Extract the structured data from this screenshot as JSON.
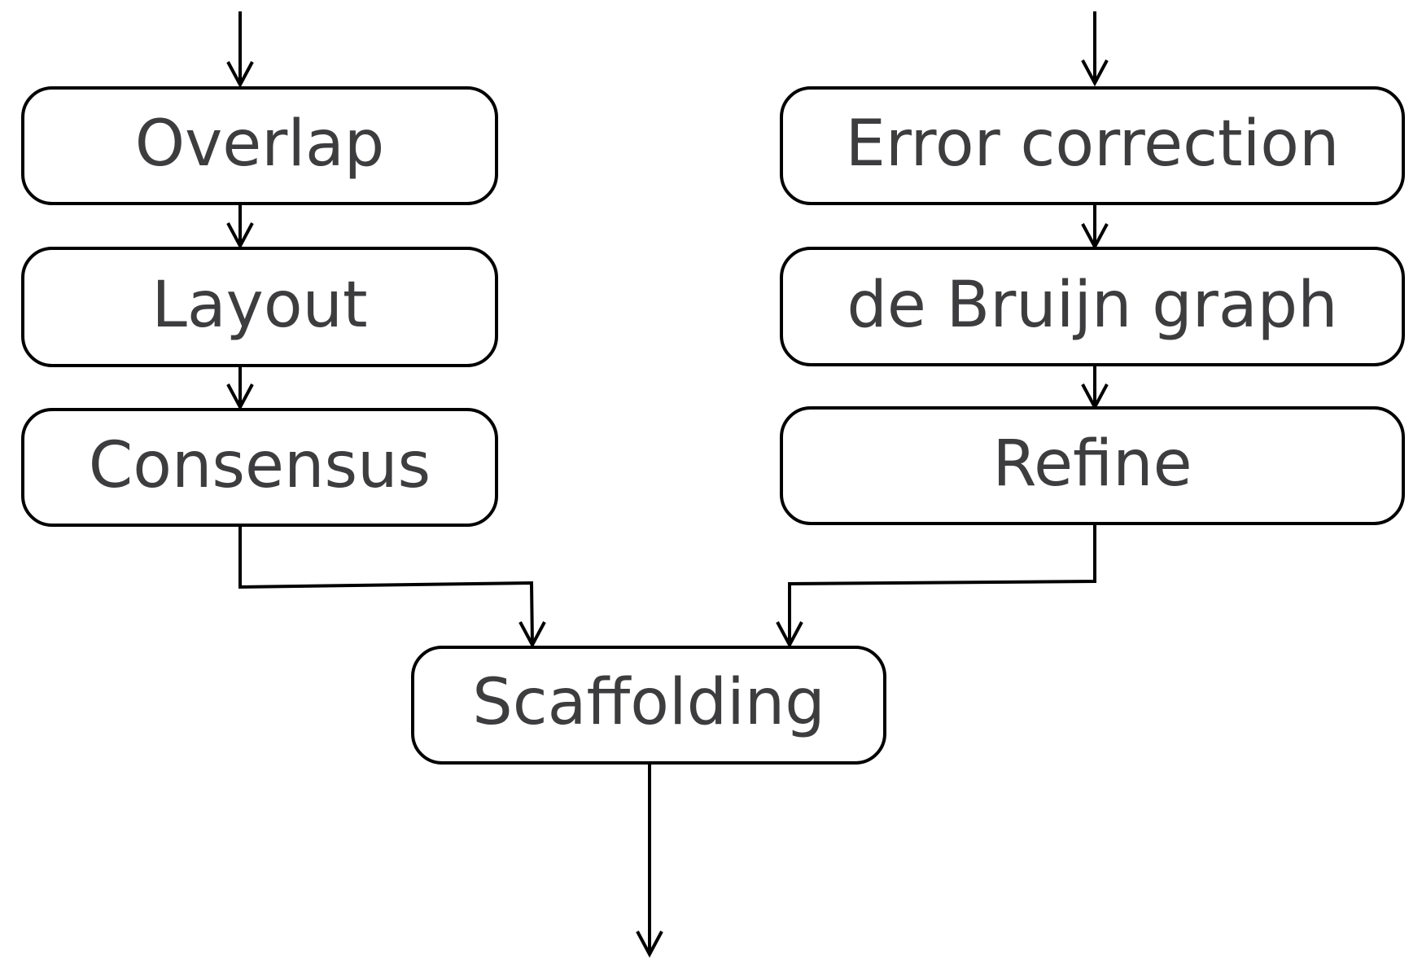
{
  "diagram": {
    "left_branch": {
      "steps": [
        {
          "id": "overlap",
          "label": "Overlap"
        },
        {
          "id": "layout",
          "label": "Layout"
        },
        {
          "id": "consensus",
          "label": "Consensus"
        }
      ]
    },
    "right_branch": {
      "steps": [
        {
          "id": "error-correction",
          "label": "Error correction"
        },
        {
          "id": "de-bruijn-graph",
          "label": "de Bruijn graph"
        },
        {
          "id": "refine",
          "label": "Refine"
        }
      ]
    },
    "merge": {
      "id": "scaffolding",
      "label": "Scaffolding"
    },
    "edges": [
      {
        "from": null,
        "to": "overlap"
      },
      {
        "from": "overlap",
        "to": "layout"
      },
      {
        "from": "layout",
        "to": "consensus"
      },
      {
        "from": "consensus",
        "to": "scaffolding"
      },
      {
        "from": null,
        "to": "error-correction"
      },
      {
        "from": "error-correction",
        "to": "de-bruijn-graph"
      },
      {
        "from": "de-bruijn-graph",
        "to": "refine"
      },
      {
        "from": "refine",
        "to": "scaffolding"
      },
      {
        "from": "scaffolding",
        "to": null
      }
    ]
  },
  "colors": {
    "text": "#3d3d3f",
    "stroke": "#000000",
    "background": "#ffffff"
  }
}
